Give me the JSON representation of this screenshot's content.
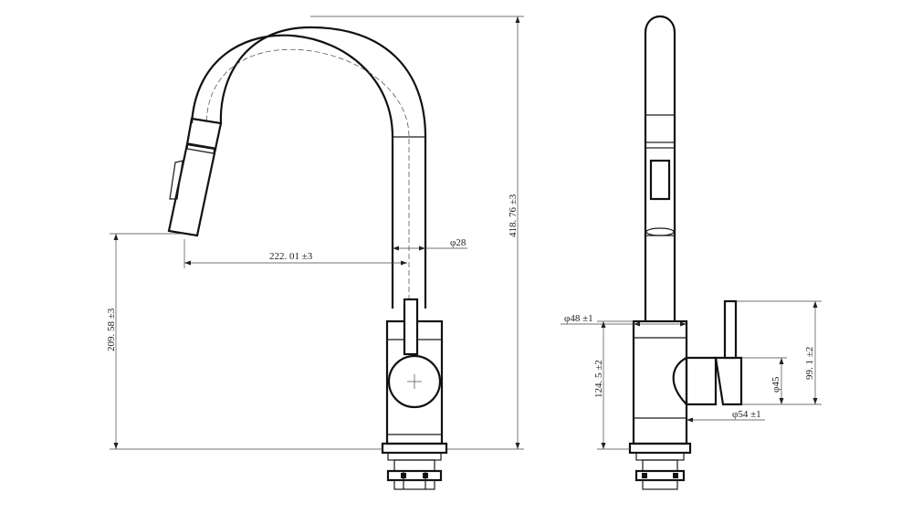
{
  "dimensions": {
    "spout_reach": "222. 01 ±3",
    "spout_diameter": "φ28",
    "total_height": "418. 76 ±3",
    "spout_outlet_height": "209. 58 ±3",
    "body_diameter": "φ48 ±1",
    "body_height": "124. 5 ±2",
    "handle_diameter": "φ45",
    "handle_height": "99. 1 ±2",
    "base_diameter": "φ54 ±1"
  },
  "colors": {
    "line": "#1a1a1a",
    "background": "#ffffff"
  }
}
